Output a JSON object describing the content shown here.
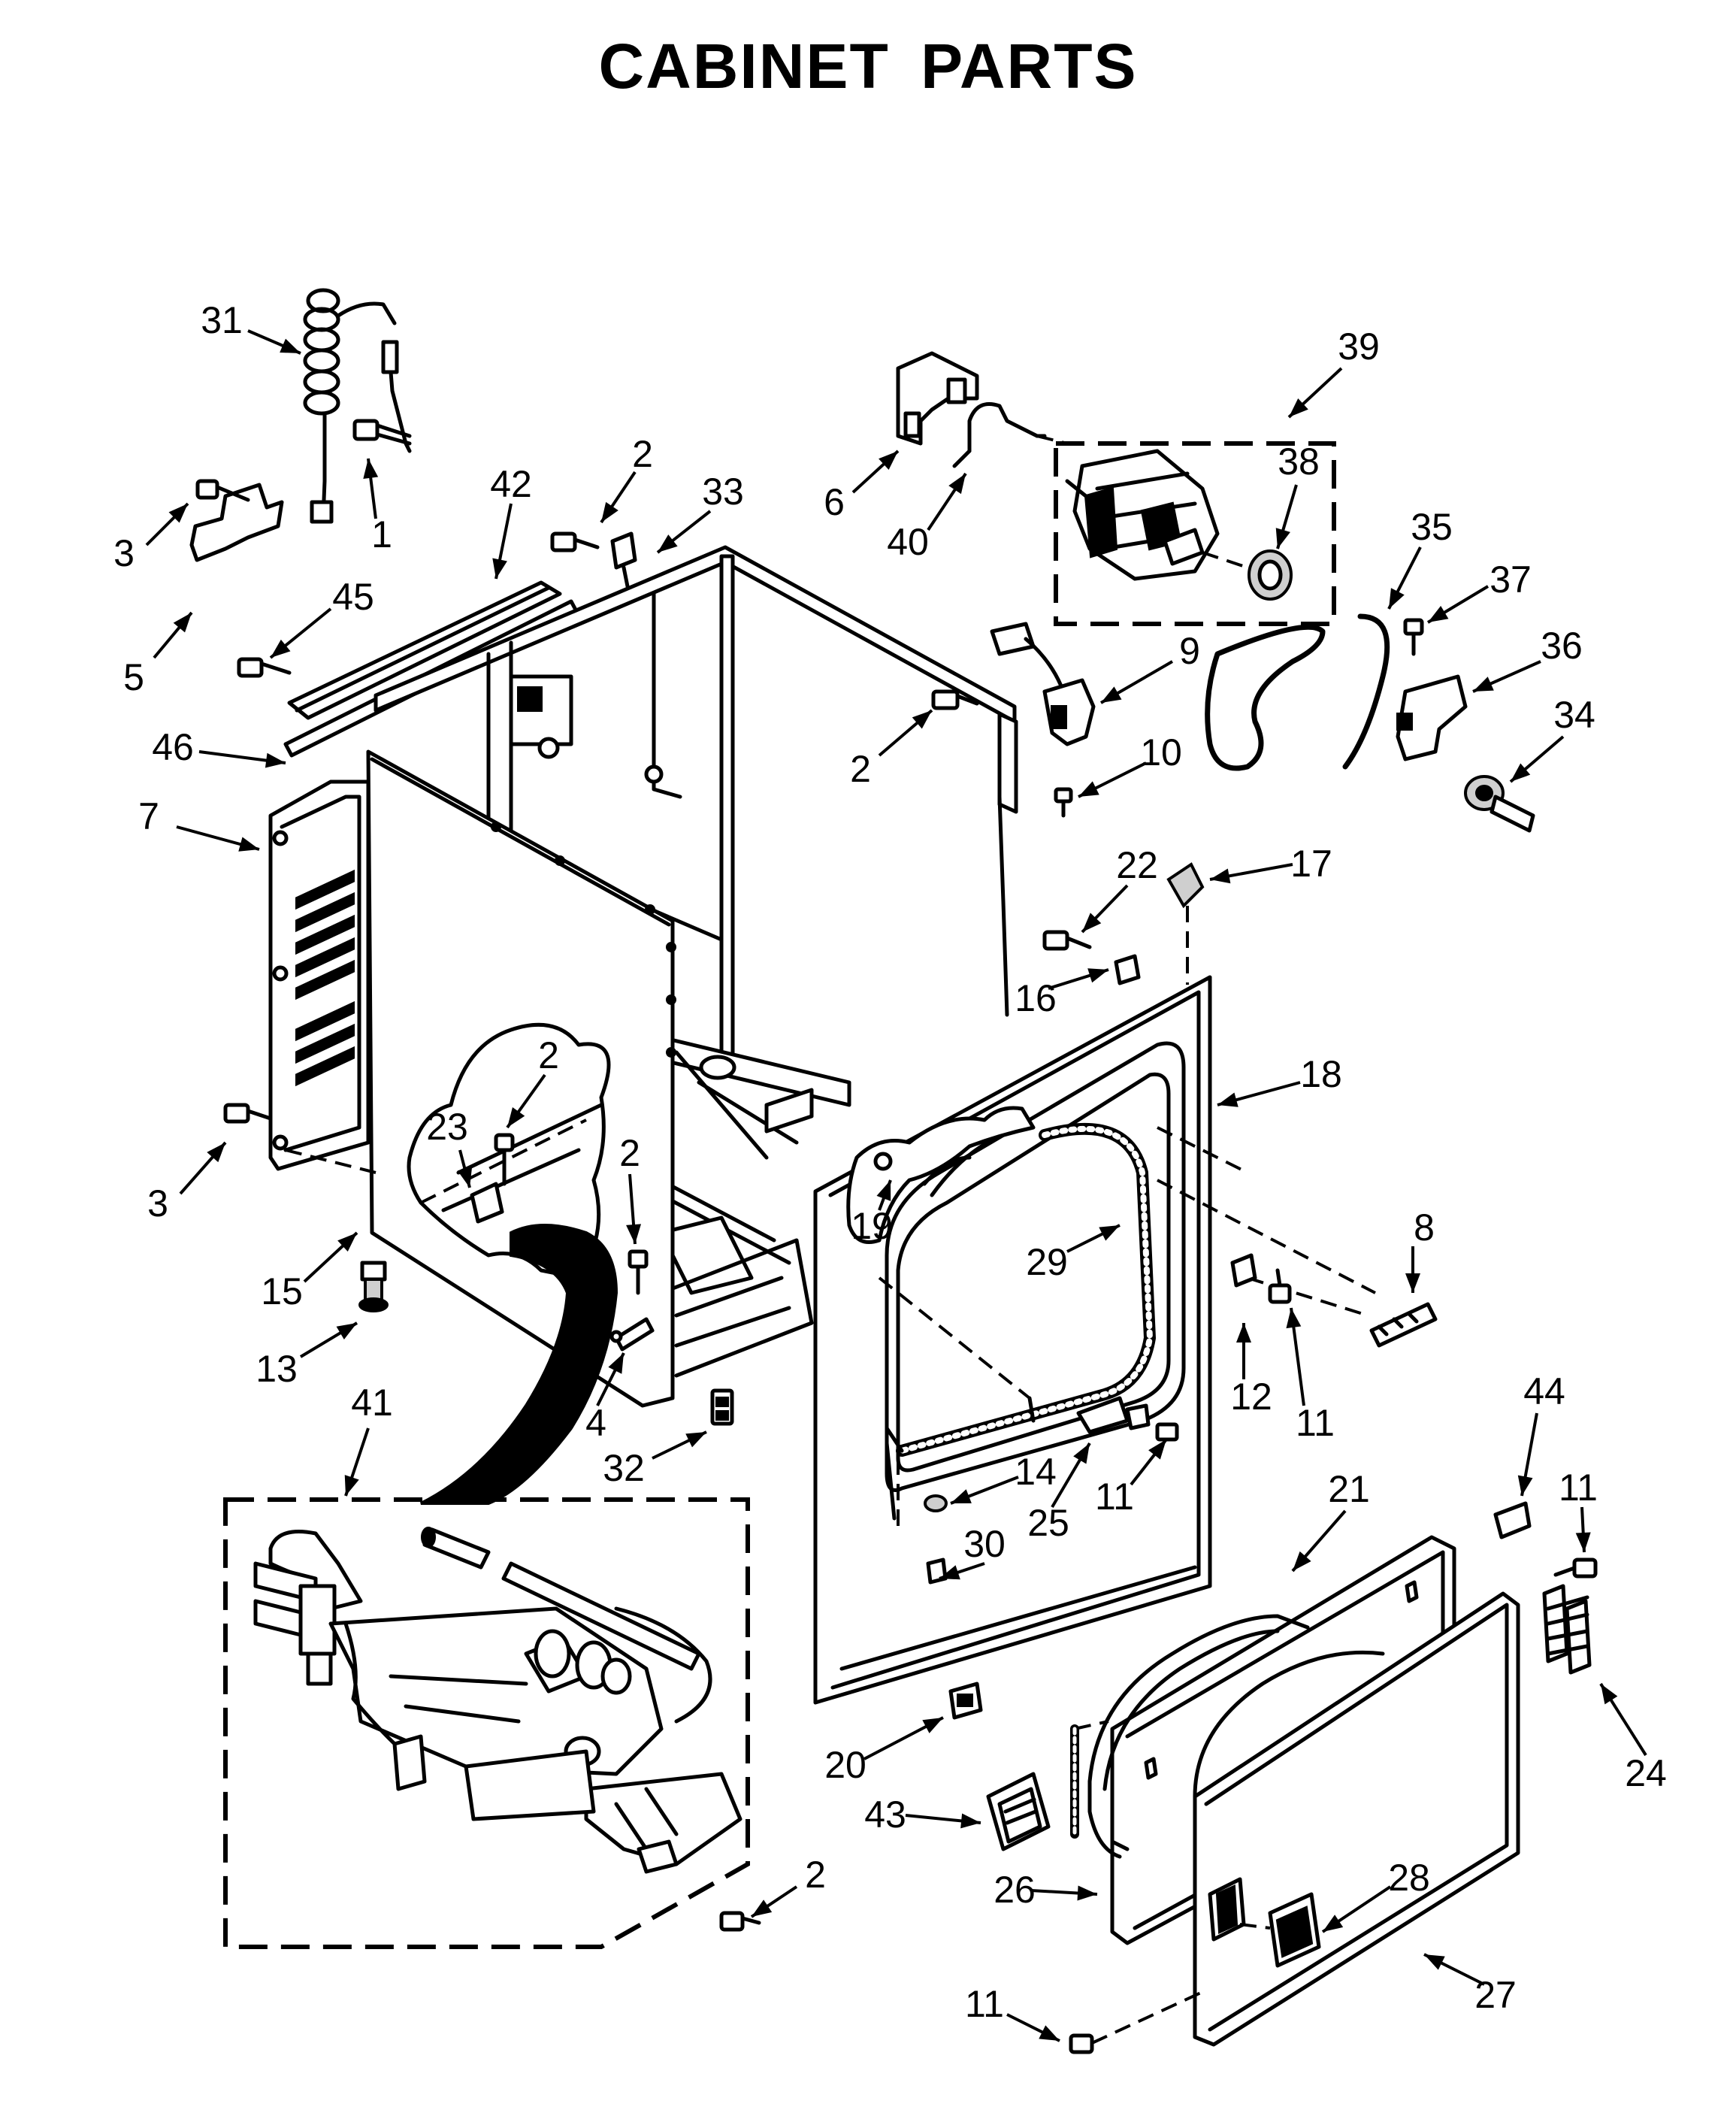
{
  "title": "CABINET PARTS",
  "callouts": [
    "1",
    "2",
    "3",
    "4",
    "5",
    "6",
    "7",
    "8",
    "9",
    "10",
    "11",
    "12",
    "13",
    "14",
    "15",
    "16",
    "17",
    "18",
    "19",
    "20",
    "21",
    "22",
    "23",
    "24",
    "25",
    "26",
    "27",
    "28",
    "29",
    "30",
    "31",
    "32",
    "33",
    "34",
    "35",
    "36",
    "37",
    "38",
    "39",
    "40",
    "41",
    "42",
    "43",
    "44",
    "45",
    "46"
  ],
  "labels": [
    {
      "text": "31",
      "part": "power-cord"
    },
    {
      "text": "1",
      "part": "screw"
    },
    {
      "text": "3",
      "part": "screw"
    },
    {
      "text": "5",
      "part": "terminal-cover"
    },
    {
      "text": "42",
      "part": "top-rail"
    },
    {
      "text": "2",
      "part": "screw"
    },
    {
      "text": "33",
      "part": "clip"
    },
    {
      "text": "45",
      "part": "screw"
    },
    {
      "text": "46",
      "part": "seal-strip"
    },
    {
      "text": "7",
      "part": "rear-panel"
    },
    {
      "text": "3",
      "part": "screw"
    },
    {
      "text": "2",
      "part": "screw"
    },
    {
      "text": "23",
      "part": "clamp"
    },
    {
      "text": "2",
      "part": "screw"
    },
    {
      "text": "15",
      "part": "cabinet"
    },
    {
      "text": "13",
      "part": "leveling-leg"
    },
    {
      "text": "4",
      "part": "brace"
    },
    {
      "text": "32",
      "part": "switch"
    },
    {
      "text": "41",
      "part": "gas-valve-assembly"
    },
    {
      "text": "2",
      "part": "screw"
    },
    {
      "text": "6",
      "part": "motor-bracket"
    },
    {
      "text": "40",
      "part": "motor-clamp"
    },
    {
      "text": "39",
      "part": "motor-assembly"
    },
    {
      "text": "38",
      "part": "motor-pulley"
    },
    {
      "text": "35",
      "part": "drive-belt"
    },
    {
      "text": "37",
      "part": "screw"
    },
    {
      "text": "36",
      "part": "idler-bracket"
    },
    {
      "text": "34",
      "part": "idler-pulley"
    },
    {
      "text": "9",
      "part": "door-switch"
    },
    {
      "text": "2",
      "part": "screw"
    },
    {
      "text": "10",
      "part": "screw"
    },
    {
      "text": "22",
      "part": "screw"
    },
    {
      "text": "17",
      "part": "cap"
    },
    {
      "text": "16",
      "part": "clip"
    },
    {
      "text": "18",
      "part": "front-panel"
    },
    {
      "text": "19",
      "part": "harness"
    },
    {
      "text": "29",
      "part": "seal"
    },
    {
      "text": "8",
      "part": "logo"
    },
    {
      "text": "12",
      "part": "clip"
    },
    {
      "text": "11",
      "part": "screw"
    },
    {
      "text": "14",
      "part": "bumper"
    },
    {
      "text": "25",
      "part": "bracket"
    },
    {
      "text": "11",
      "part": "screw"
    },
    {
      "text": "30",
      "part": "clip"
    },
    {
      "text": "20",
      "part": "switch"
    },
    {
      "text": "21",
      "part": "door-inner"
    },
    {
      "text": "44",
      "part": "plug"
    },
    {
      "text": "11",
      "part": "screw"
    },
    {
      "text": "24",
      "part": "hinge"
    },
    {
      "text": "43",
      "part": "strike"
    },
    {
      "text": "26",
      "part": "door-gasket"
    },
    {
      "text": "28",
      "part": "handle"
    },
    {
      "text": "11",
      "part": "screw"
    },
    {
      "text": "27",
      "part": "door-outer"
    }
  ]
}
